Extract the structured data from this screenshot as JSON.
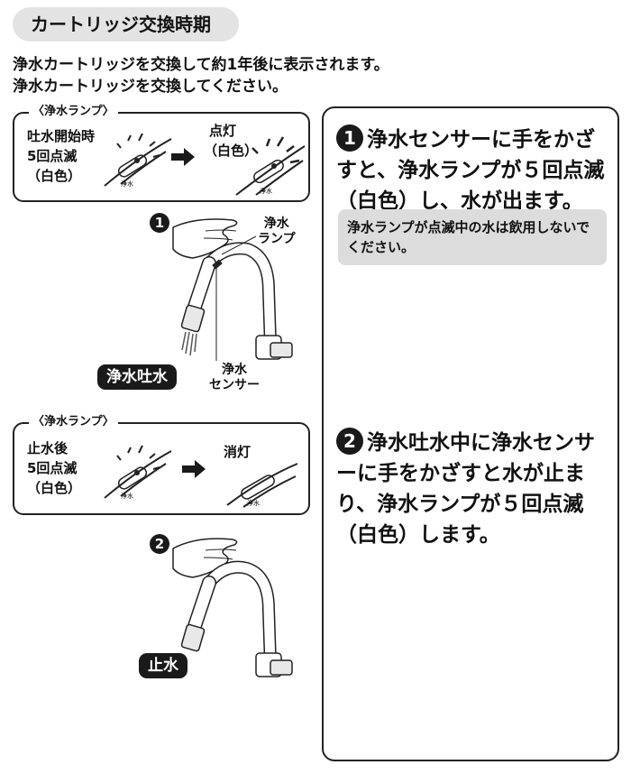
{
  "section": {
    "title": "カートリッジ交換時期"
  },
  "intro": {
    "line1": "浄水カートリッジを交換して約1年後に表示されます。",
    "line2": "浄水カートリッジを交換してください。"
  },
  "box1": {
    "label": "〈浄水ランプ〉",
    "left_line1": "吐水開始時",
    "left_line2": "5回点滅",
    "left_line3": "（白色）",
    "right_line1": "点灯",
    "right_line2": "（白色）",
    "lamp_icon_text": "浄水"
  },
  "illus1": {
    "step": "1",
    "lamp_callout_1": "浄水",
    "lamp_callout_2": "ランプ",
    "sensor_callout_1": "浄水",
    "sensor_callout_2": "センサー",
    "pill": "浄水吐水"
  },
  "box2": {
    "label": "〈浄水ランプ〉",
    "left_line1": "止水後",
    "left_line2": "5回点滅",
    "left_line3": "（白色）",
    "right_line1": "消灯",
    "lamp_icon_text": "浄水"
  },
  "illus2": {
    "step": "2",
    "pill": "止水"
  },
  "panel": {
    "step1_num": "1",
    "step1_text": "浄水センサーに手をかざすと、浄水ランプが５回点滅（白色）し、水が出ます。",
    "note": "浄水ランプが点滅中の水は飲用しないでください。",
    "step2_num": "2",
    "step2_text": "浄水吐水中に浄水センサーに手をかざすと水が止まり、浄水ランプが５回点滅（白色）します。"
  }
}
